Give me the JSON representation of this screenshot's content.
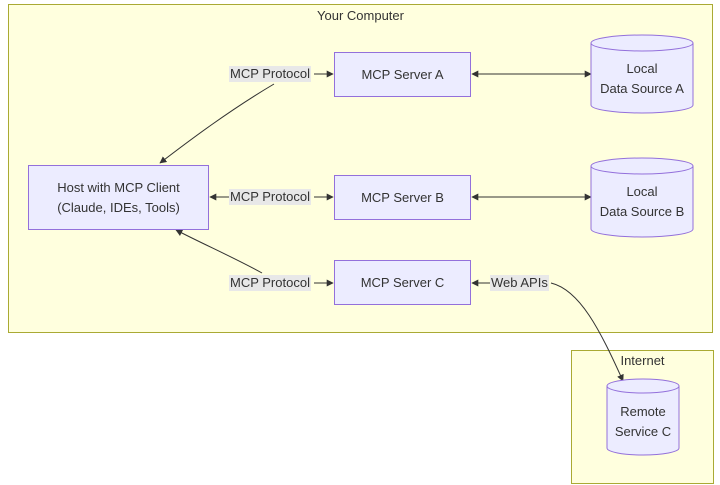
{
  "clusters": {
    "your_computer": "Your Computer",
    "internet": "Internet"
  },
  "nodes": {
    "host": [
      "Host with MCP Client",
      "(Claude, IDEs, Tools)"
    ],
    "server_a": "MCP Server A",
    "server_b": "MCP Server B",
    "server_c": "MCP Server C",
    "source_a": [
      "Local",
      "Data Source A"
    ],
    "source_b": [
      "Local",
      "Data Source B"
    ],
    "remote_c": [
      "Remote",
      "Service C"
    ]
  },
  "edges": {
    "protocol_a": "MCP Protocol",
    "protocol_b": "MCP Protocol",
    "protocol_c": "MCP Protocol",
    "web_apis": "Web APIs"
  },
  "colors": {
    "cluster_fill": "#ffffde",
    "cluster_stroke": "#aaaa33",
    "node_fill": "#ececff",
    "node_stroke": "#9370db",
    "edge_label_bg": "#e8e8e8",
    "line": "#333333"
  }
}
